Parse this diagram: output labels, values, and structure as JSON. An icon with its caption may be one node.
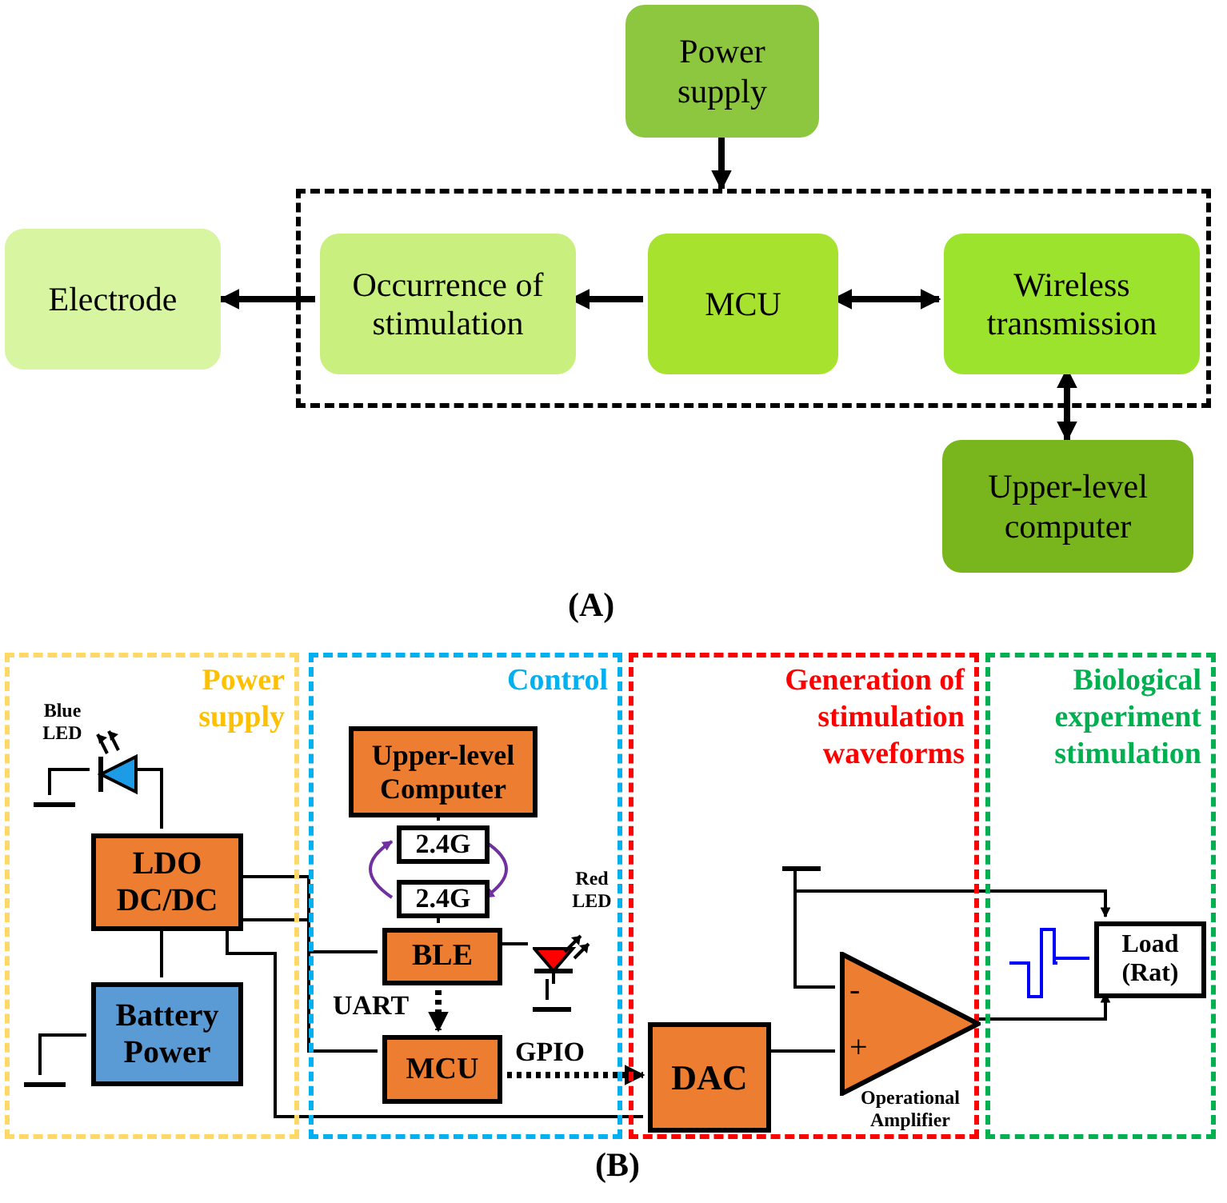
{
  "diagram": {
    "nodes": [
      {
        "text": [
          "Power supply"
        ]
      },
      {
        "text": [
          "Electrode"
        ]
      },
      {
        "text": [],
        "shape": "box"
      },
      {
        "text": [
          "Occurrence of stimulation"
        ],
        "in": 2
      },
      {
        "text": [
          "MCU"
        ],
        "in": 2
      },
      {
        "text": [
          "Wireless transmission"
        ],
        "in": 2
      },
      {
        "text": [
          "Upper-level computer"
        ]
      },
      {
        "text": [
          "Power supply"
        ]
      },
      {
        "text": [],
        "shape": "diode",
        "beside": [
          "Blue LED"
        ],
        "in": 7
      },
      {
        "text": [],
        "shape": "ground",
        "in": 7
      },
      {
        "text": [
          "LDO DC/DC"
        ],
        "in": 7
      },
      {
        "text": [
          "Battery Power"
        ],
        "in": 7
      },
      {
        "text": [],
        "shape": "ground",
        "in": 7
      },
      {
        "text": [
          "Control"
        ]
      },
      {
        "text": [
          "Upper-level Computer"
        ],
        "in": 13
      },
      {
        "text": [
          "2.4G"
        ],
        "in": 13
      },
      {
        "text": [
          "2.4G"
        ],
        "in": 13
      },
      {
        "text": [
          "BLE"
        ],
        "in": 13
      },
      {
        "text": [],
        "shape": "diode",
        "beside": [
          "Red LED"
        ],
        "in": 13
      },
      {
        "text": [],
        "shape": "ground",
        "in": 13
      },
      {
        "text": [
          "MCU"
        ],
        "in": 13
      },
      {
        "text": [
          "Generation of stimulation waveforms"
        ]
      },
      {
        "text": [],
        "shape": "terminal",
        "in": 21
      },
      {
        "text": [
          "-",
          "+"
        ],
        "beside": [
          "Operational Amplifier"
        ],
        "in": 21
      },
      {
        "text": [
          "DAC"
        ],
        "in": 21
      },
      {
        "text": [
          "Biological experiment stimulation"
        ]
      },
      {
        "text": [],
        "shape": "waveform",
        "in": 25
      },
      {
        "text": [
          "Load (Rat)"
        ],
        "in": 25
      }
    ],
    "edges": [
      {
        "from": 0,
        "to": 2,
        "arrow": "to",
        "style": "thick"
      },
      {
        "from": 3,
        "to": 1,
        "arrow": "to",
        "style": "thick"
      },
      {
        "from": 4,
        "to": 3,
        "arrow": "to",
        "style": "thick"
      },
      {
        "from": 4,
        "to": 5,
        "arrow": "both",
        "style": "thick"
      },
      {
        "from": 5,
        "to": 6,
        "arrow": "both",
        "style": "thick"
      },
      {
        "from": 9,
        "to": 8,
        "arrow": "none"
      },
      {
        "from": 8,
        "to": 10,
        "arrow": "none"
      },
      {
        "from": 10,
        "to": 11,
        "arrow": "none"
      },
      {
        "from": 11,
        "to": 12,
        "arrow": "none"
      },
      {
        "from": 14,
        "to": 15,
        "arrow": "none"
      },
      {
        "from": 16,
        "to": 15,
        "arrow": "to",
        "color": "#7030a0"
      },
      {
        "from": 15,
        "to": 16,
        "arrow": "to",
        "color": "#7030a0"
      },
      {
        "from": 16,
        "to": 17,
        "arrow": "none"
      },
      {
        "from": 17,
        "to": 18,
        "arrow": "none"
      },
      {
        "from": 18,
        "to": 19,
        "arrow": "none"
      },
      {
        "from": 17,
        "to": 20,
        "arrow": "to",
        "label": "UART",
        "style": "dashed"
      },
      {
        "from": 20,
        "to": 24,
        "arrow": "to",
        "label": "GPIO",
        "style": "dashed"
      },
      {
        "from": 10,
        "to": 17,
        "arrow": "none"
      },
      {
        "from": 10,
        "to": 20,
        "arrow": "none"
      },
      {
        "from": 10,
        "to": 24,
        "arrow": "none"
      },
      {
        "from": 24,
        "to": 23,
        "arrow": "none"
      },
      {
        "from": 22,
        "to": 23,
        "arrow": "none"
      },
      {
        "from": 22,
        "to": 27,
        "arrow": "to"
      },
      {
        "from": 23,
        "to": 27,
        "arrow": "to"
      },
      {
        "from": 26,
        "to": 27,
        "arrow": "none",
        "color": "#0000ff"
      }
    ],
    "labels": [
      "(A)",
      "(B)"
    ]
  }
}
